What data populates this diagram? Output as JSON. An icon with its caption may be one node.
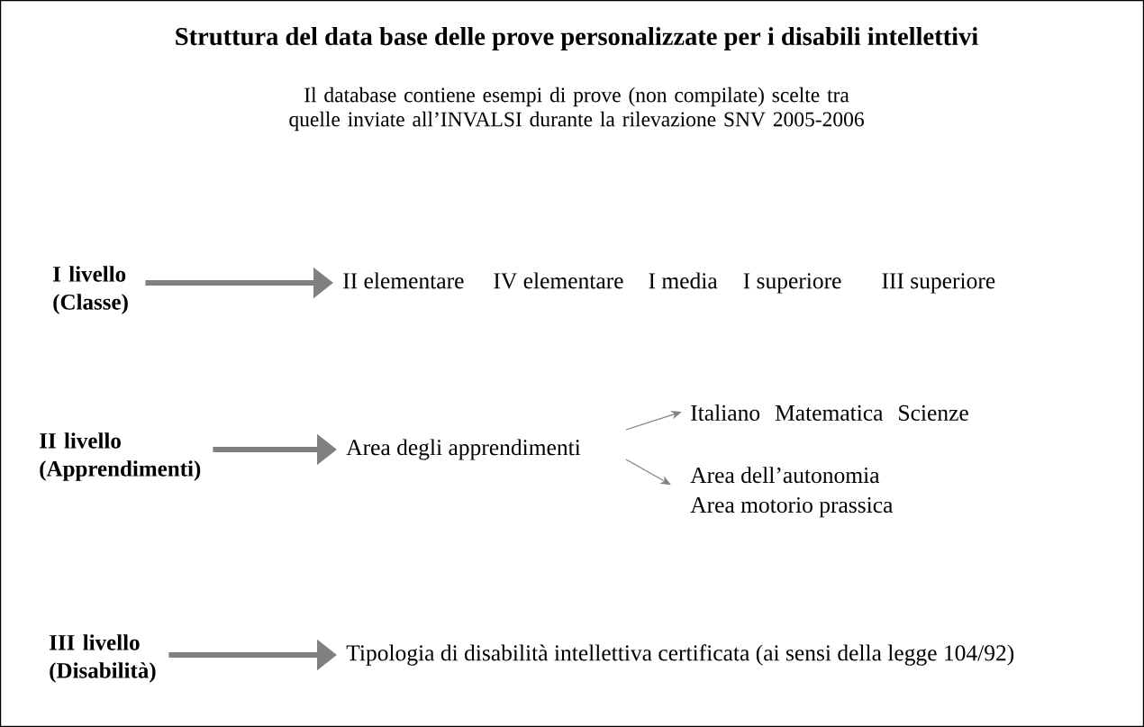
{
  "diagram": {
    "title": "Struttura del data base delle prove personalizzate per i disabili intellettivi",
    "nodes": [
      {
        "text": [
          "I livello (Classe)"
        ]
      },
      {
        "text": [
          "II elementare",
          "IV elementare",
          "I media",
          "I superiore",
          "III superiore"
        ]
      },
      {
        "text": [
          "II livello (Apprendimenti)"
        ]
      },
      {
        "text": [
          "Area degli apprendimenti"
        ]
      },
      {
        "text": [
          "Italiano",
          "Matematica",
          "Scienze"
        ]
      },
      {
        "text": [
          "Area dell’autonomia",
          "Area motorio prassica"
        ]
      },
      {
        "text": [
          "III livello (Disabilità)"
        ]
      },
      {
        "text": [
          "Tipologia di disabilità intellettiva certificata (ai sensi della legge 104/92)"
        ]
      }
    ],
    "edges": [
      {
        "from": 0,
        "to": 1,
        "arrow": "to"
      },
      {
        "from": 2,
        "to": 3,
        "arrow": "to"
      },
      {
        "from": 3,
        "to": 4,
        "arrow": "to"
      },
      {
        "from": 3,
        "to": 5,
        "arrow": "to"
      },
      {
        "from": 6,
        "to": 7,
        "arrow": "to"
      }
    ],
    "labels": [
      "Il database contiene esempi di prove (non compilate) scelte tra quelle inviate all’INVALSI durante la rilevazione SNV 2005-2006"
    ]
  }
}
